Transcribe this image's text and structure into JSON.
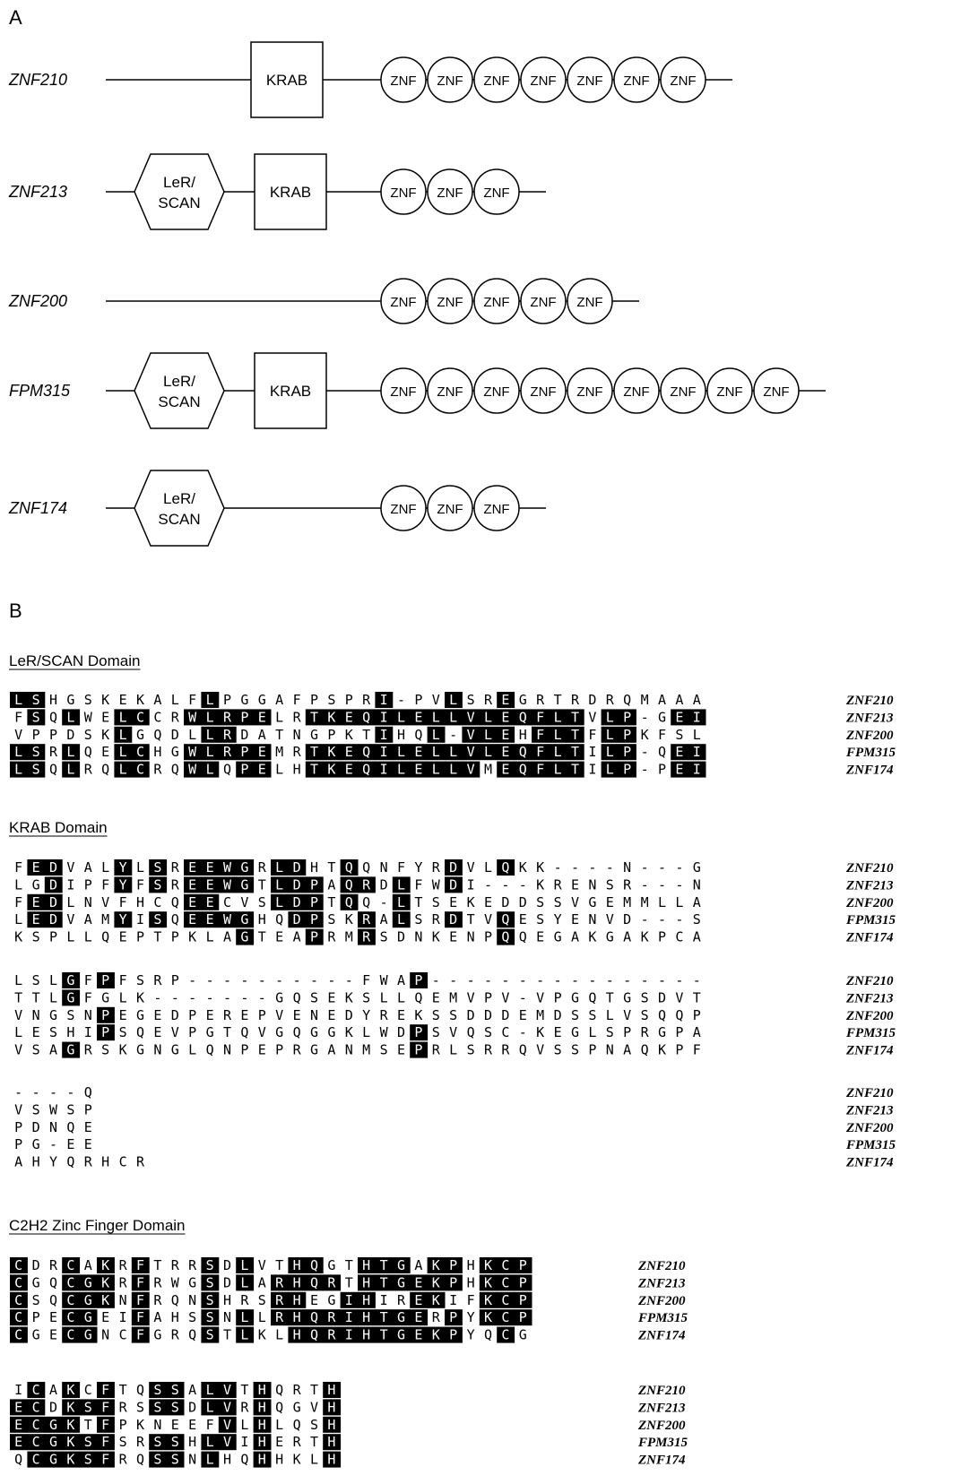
{
  "panel_a": {
    "label": "A",
    "domain_labels": {
      "krab": "KRAB",
      "scan_line1": "LeR/",
      "scan_line2": "SCAN",
      "znf": "ZNF"
    },
    "genes": [
      {
        "name": "ZNF210",
        "scan": false,
        "krab": true,
        "znf_count": 7
      },
      {
        "name": "ZNF213",
        "scan": true,
        "krab": true,
        "znf_count": 3
      },
      {
        "name": "ZNF200",
        "scan": false,
        "krab": false,
        "znf_count": 5
      },
      {
        "name": "FPM315",
        "scan": true,
        "krab": true,
        "znf_count": 9
      },
      {
        "name": "ZNF174",
        "scan": true,
        "krab": false,
        "znf_count": 3
      }
    ]
  },
  "panel_b": {
    "label": "B",
    "domains": [
      {
        "title": "LeR/SCAN Domain",
        "blocks": [
          {
            "names": [
              "ZNF210",
              "ZNF213",
              "ZNF200",
              "FPM315",
              "ZNF174"
            ],
            "rows": [
              "LSHGSKEKALFLPGGAFPSPRI-PVLSREGRTRDRQMAAA",
              "FSQLWELCCRWLRPELRTKEQILELLVLEQFLTVLP-GEI",
              "VPPDSKLGQDLLRDATNGPKTIHQL-VLEHFLTFLPKFSL",
              "LSRLQELCHGWLRPEMRTKEQILELLVLEQFLTILP-QEI",
              "LSQLRQLCRQWLQPELHTKEQILELLVMEQFLTILP-PEI"
            ]
          }
        ]
      },
      {
        "title": "KRAB Domain",
        "blocks": [
          {
            "names": [
              "ZNF210",
              "ZNF213",
              "ZNF200",
              "FPM315",
              "ZNF174"
            ],
            "rows": [
              "FEDVALYLSREEWGRLDHTQQNFYRDVLQKK----N---G",
              "LGDIPFYFSREEWGTLDPAQRDLFWDI---KRENSR---N",
              "FEDLNVFHCQEECVSLDPTQQ-LTSEKEDDSSVGEMMLLA",
              "LEDVAMYISQEEWGHQDPSKRALSRDTVQESYENVD---S",
              "KSPLLQEPTPKLAGTEAPRMRSDNKENPQQEGAKGAKPCA"
            ]
          },
          {
            "names": [
              "ZNF210",
              "ZNF213",
              "ZNF200",
              "FPM315",
              "ZNF174"
            ],
            "rows": [
              "LSLGFPFSRP----------FWAP----------------",
              "TTLGFGLK-------GQSEKSLLQEMVPV-VPGQTGSDVT",
              "VNGSNPEGEDPEREPVENEDYREKSSDDDEMDSSLVSQQP",
              "LESHIPSQEVPGTQVGQGGKLWDPSVQSC-KEGLSPRGPA",
              "VSAGRSKGNGLQNPEPRGANMSEPRLSRRQVSSPNAQKPF"
            ]
          },
          {
            "names": [
              "ZNF210",
              "ZNF213",
              "ZNF200",
              "FPM315",
              "ZNF174"
            ],
            "rows": [
              "----Q",
              "VSWSP",
              "PDNQE",
              "PG-EE",
              "AHYQRHCR"
            ]
          }
        ]
      },
      {
        "title": "C2H2 Zinc Finger Domain",
        "blocks": [
          {
            "names": [
              "ZNF210",
              "ZNF213",
              "ZNF200",
              "FPM315",
              "ZNF174"
            ],
            "rows": [
              "CDRCAKRFTRRSDLVTHQGTHTGAKPHKCP",
              "CGQCGKRFRWGSDLARHQRTHTGEKPHKCP",
              "CSQCGKNFRQNSHRSRHEGIHIREKIFKCP",
              "CPECGEIFAHSSNLLRHQRIHTGERPYKCP",
              "CGECGNCFGRQSTLKLHQRIHTGEKPYQCG"
            ]
          },
          {
            "names": [
              "ZNF210",
              "ZNF213",
              "ZNF200",
              "FPM315",
              "ZNF174"
            ],
            "rows": [
              "ICAKCFTQSSALVTHQRTH",
              "ECDKSFRSSSDLVRHQGVH",
              "ECGKTFPKNEEFVLHLQSH",
              "ECGKSFSRSSHLVIHERTH",
              "QCGKSFRQSSNLHQHHKLH"
            ]
          }
        ]
      }
    ]
  }
}
